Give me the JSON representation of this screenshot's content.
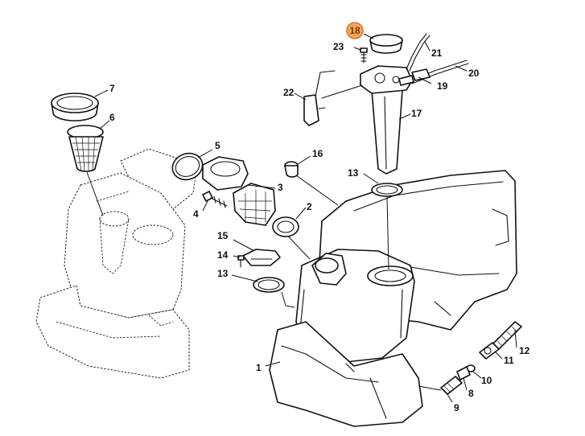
{
  "highlight_color": "#f2a65e",
  "callouts": {
    "c1": "1",
    "c2": "2",
    "c3": "3",
    "c4": "4",
    "c5": "5",
    "c6": "6",
    "c7": "7",
    "c8": "8",
    "c9": "9",
    "c10": "10",
    "c11": "11",
    "c12": "12",
    "c13a": "13",
    "c13b": "13",
    "c14": "14",
    "c15": "15",
    "c16": "16",
    "c17": "17",
    "c18": "18",
    "c19": "19",
    "c20": "20",
    "c21": "21",
    "c22": "22",
    "c23": "23"
  }
}
